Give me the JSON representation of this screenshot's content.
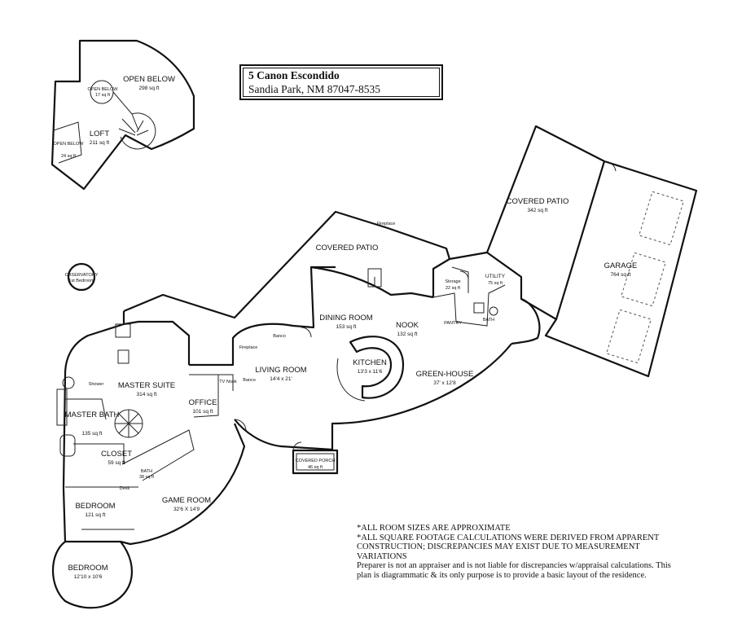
{
  "header": {
    "address_line1": "5 Canon Escondido",
    "address_line2": "Sandia Park, NM 87047-8535"
  },
  "rooms": {
    "open_below_top": {
      "name": "OPEN BELOW",
      "size": "298 sq ft"
    },
    "open_below_stair": {
      "name": "OPEN BELOW",
      "size": "17 sq ft"
    },
    "loft": {
      "name": "LOFT",
      "size": "211 sq ft"
    },
    "open_below_small": {
      "name": "OPEN BELOW",
      "size": "24 sq ft"
    },
    "covered_patio_right": {
      "name": "COVERED PATIO",
      "size": "342 sq ft"
    },
    "garage": {
      "name": "GARAGE",
      "size": "764 sq ft"
    },
    "covered_patio_main": {
      "name": "COVERED PATIO"
    },
    "fireplace_top": {
      "name": "Fireplace"
    },
    "observatory": {
      "name": "OBSERVATORY",
      "size": "1st Bedroom"
    },
    "storage": {
      "name": "Storage",
      "size": "22 sq ft"
    },
    "utility": {
      "name": "UTILITY",
      "size": "75 sq ft"
    },
    "dining_room": {
      "name": "DINING ROOM",
      "size": "153 sq ft"
    },
    "nook": {
      "name": "NOOK",
      "size": "132 sq ft"
    },
    "pantry": {
      "name": "PANTRY"
    },
    "bath_small": {
      "name": "BATH"
    },
    "kitchen": {
      "name": "KITCHEN",
      "size": "13'3 x 11'6"
    },
    "greenhouse": {
      "name": "GREEN-HOUSE",
      "size": "37' x 12'8"
    },
    "living_room": {
      "name": "LIVING ROOM",
      "size": "14'4 x 21'"
    },
    "banco_top": {
      "name": "Banco"
    },
    "fireplace_living": {
      "name": "Fireplace"
    },
    "tv_nook": {
      "name": "TV Nook"
    },
    "banco_side": {
      "name": "Banco"
    },
    "master_suite": {
      "name": "MASTER SUITE",
      "size": "314 sq ft"
    },
    "shower": {
      "name": "Shower"
    },
    "master_bath": {
      "name": "MASTER BATH",
      "size": "135 sq ft"
    },
    "office": {
      "name": "OFFICE",
      "size": "101 sq ft"
    },
    "closet": {
      "name": "CLOSET",
      "size": "59 sq ft"
    },
    "bath_game": {
      "name": "BATH",
      "size": "38 sq ft"
    },
    "desk": {
      "name": "Desk"
    },
    "game_room": {
      "name": "GAME ROOM",
      "size": "32'6 X 14'9"
    },
    "bedroom_1": {
      "name": "BEDROOM",
      "size": "121 sq ft"
    },
    "bedroom_2": {
      "name": "BEDROOM",
      "size": "12'10 x 10'6"
    },
    "covered_porch": {
      "name": "COVERED PORCH",
      "size": "46 sq ft"
    }
  },
  "notes": [
    "*ALL ROOM SIZES ARE APPROXIMATE",
    "*ALL SQUARE FOOTAGE CALCULATIONS WERE DERIVED FROM APPARENT CONSTRUCTION; DISCREPANCIES MAY EXIST DUE TO MEASUREMENT VARIATIONS",
    "Preparer is not an appraiser and is not liable for discrepancies w/appraisal calculations.  This plan is diagrammatic & its only purpose is to provide a basic layout of the residence."
  ]
}
